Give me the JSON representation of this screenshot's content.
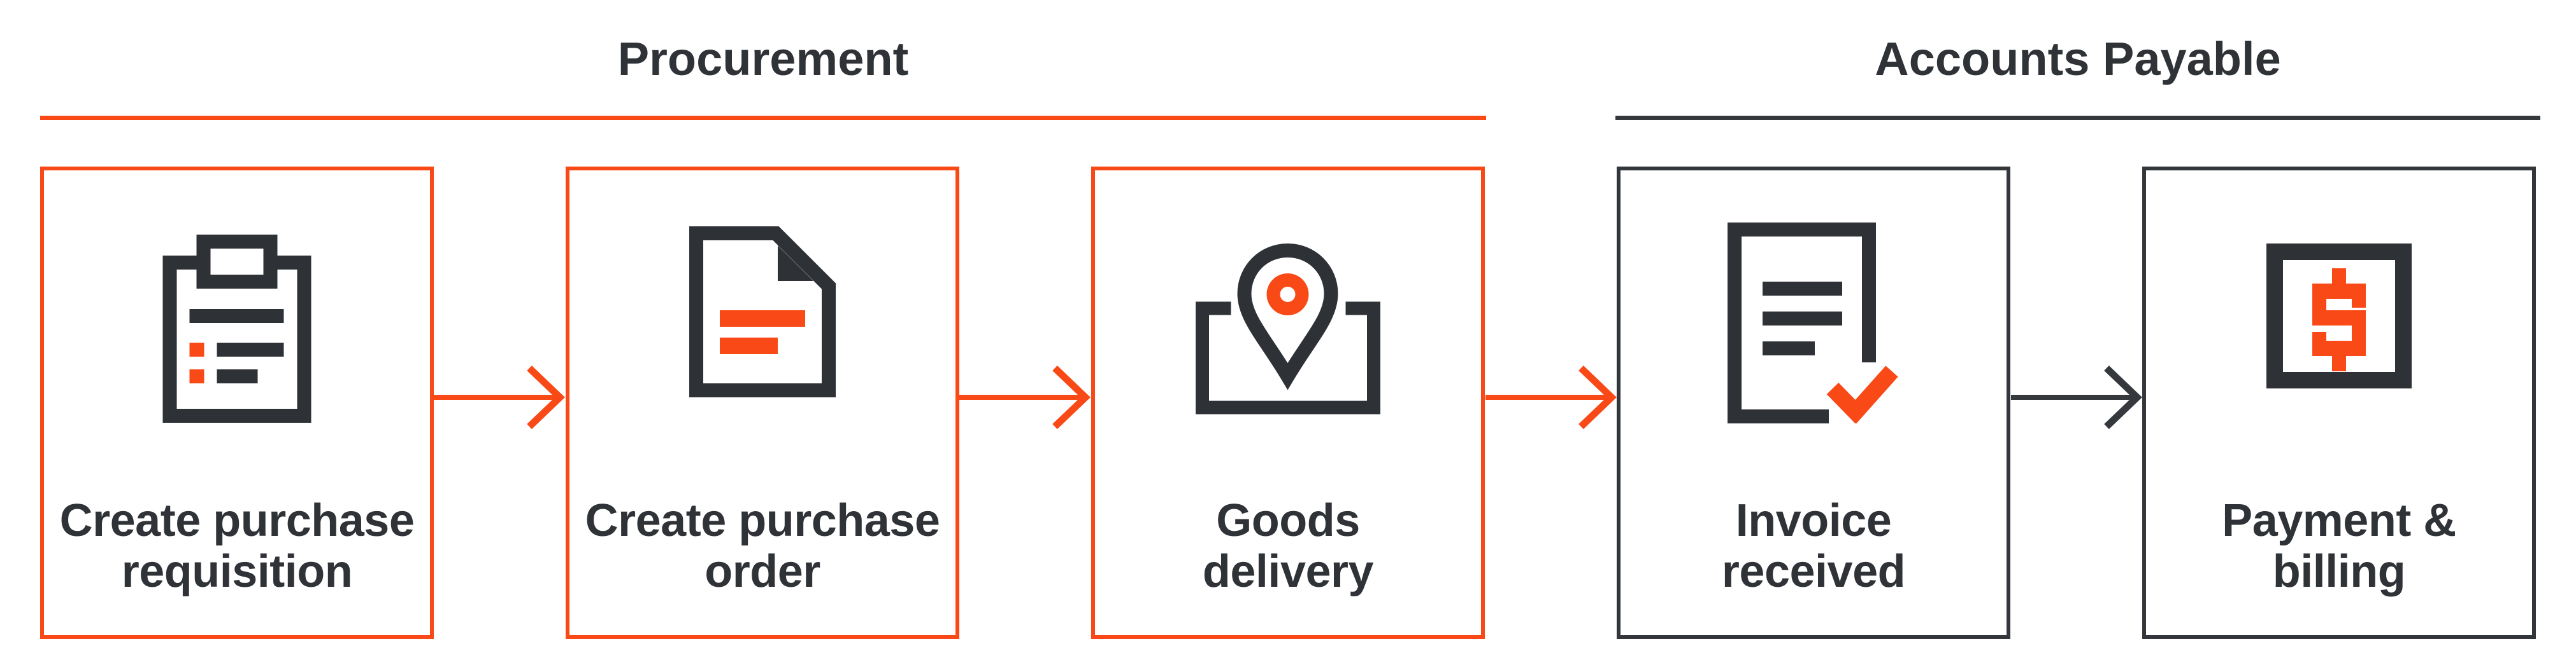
{
  "palette": {
    "orange": "#F94917",
    "dark_icon": "#2E3136",
    "dark_border": "#33363B",
    "dark_underline": "#35383D",
    "text": "#2F3237",
    "background": "#FFFFFF"
  },
  "sections": [
    {
      "label": "Procurement",
      "accent": "#F94917",
      "steps_covered": 3
    },
    {
      "label": "Accounts Payable",
      "accent": "#35383D",
      "steps_covered": 2
    }
  ],
  "steps": [
    {
      "line1": "Create purchase",
      "line2": "requisition",
      "icon": "clipboard-checklist",
      "section": "Procurement",
      "accent": "#F94917"
    },
    {
      "line1": "Create purchase",
      "line2": "order",
      "icon": "purchase-order-document",
      "section": "Procurement",
      "accent": "#F94917"
    },
    {
      "line1": "Goods",
      "line2": "delivery",
      "icon": "map-location-pin",
      "section": "Procurement",
      "accent": "#F94917"
    },
    {
      "line1": "Invoice",
      "line2": "received",
      "icon": "invoice-checkmark",
      "section": "Accounts Payable",
      "accent": "#33363B"
    },
    {
      "line1": "Payment &",
      "line2": "billing",
      "icon": "dollar-square",
      "section": "Accounts Payable",
      "accent": "#33363B"
    }
  ],
  "arrows": [
    {
      "from": "Create purchase requisition",
      "to": "Create purchase order",
      "color": "#F94917"
    },
    {
      "from": "Create purchase order",
      "to": "Goods delivery",
      "color": "#F94917"
    },
    {
      "from": "Goods delivery",
      "to": "Invoice received",
      "color": "#F94917"
    },
    {
      "from": "Invoice received",
      "to": "Payment & billing",
      "color": "#35383D"
    }
  ]
}
